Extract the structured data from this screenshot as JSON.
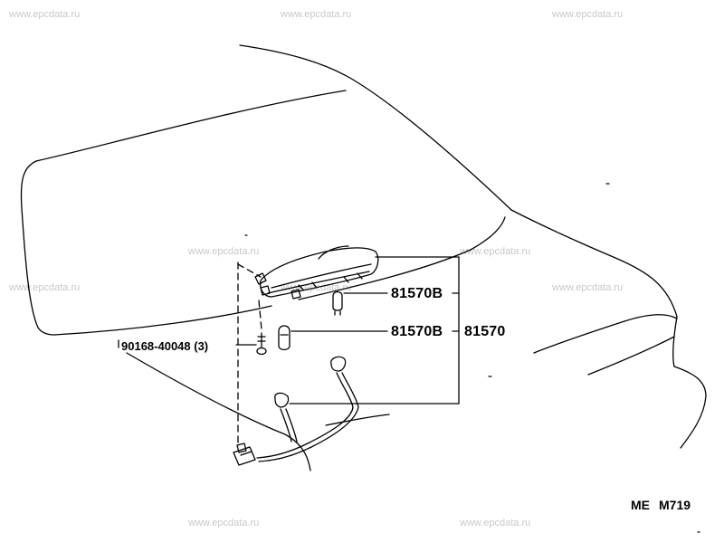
{
  "watermark": "www.epcdata.ru",
  "parts": {
    "lamp_assy": "81570",
    "lamp_sub_1": "81570B",
    "lamp_sub_2": "81570B",
    "screw": "90168-40048 (3)"
  },
  "diagram_code": {
    "left": "ME",
    "right": "M719"
  }
}
